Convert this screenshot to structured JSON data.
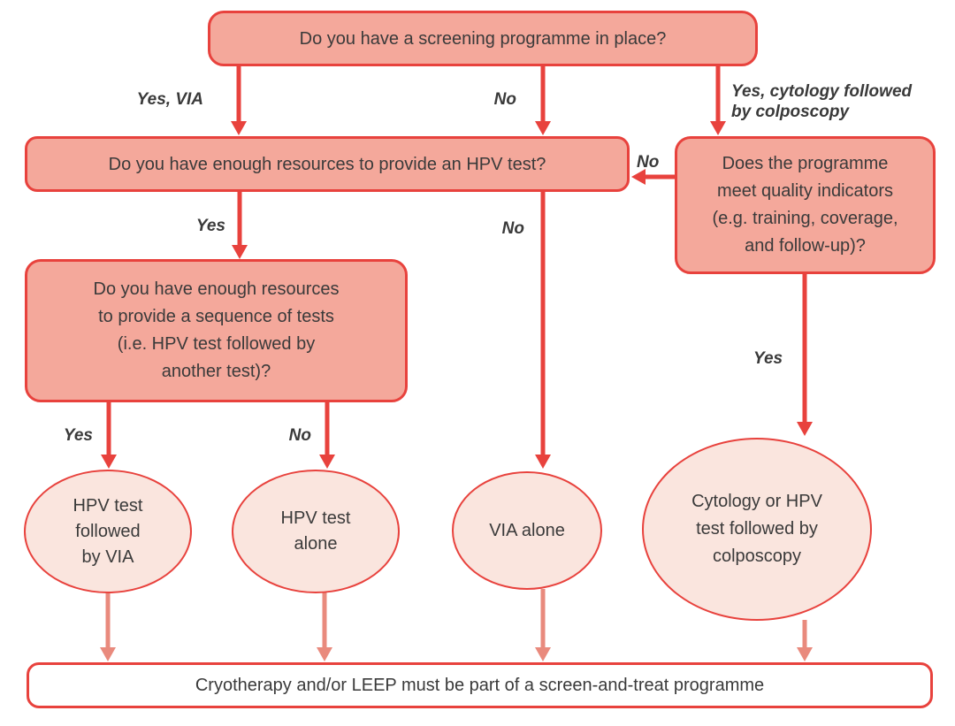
{
  "colors": {
    "strong_red": "#E8423D",
    "box_fill": "#F4A89B",
    "ellipse_fill": "#FAE5DE",
    "light_arrow": "#E98A7D",
    "text": "#3A3A3A",
    "white": "#FFFFFF"
  },
  "nodes": {
    "start": {
      "label": "Do you have a screening programme in place?"
    },
    "hpv_resources": {
      "label": "Do you have enough resources to provide an HPV test?"
    },
    "quality_indicators": {
      "label": "Does the programme\nmeet quality indicators\n(e.g. training, coverage,\nand follow-up)?"
    },
    "sequence_resources": {
      "label": "Do you have enough resources\nto provide a sequence of tests\n(i.e. HPV test followed by\nanother test)?"
    },
    "hpv_then_via": {
      "label": "HPV test\nfollowed\nby VIA"
    },
    "hpv_alone": {
      "label": "HPV test\nalone"
    },
    "via_alone": {
      "label": "VIA alone"
    },
    "cytology_colposcopy": {
      "label": "Cytology or HPV\ntest followed by\ncolposcopy"
    },
    "treatment": {
      "label": "Cryotherapy and/or LEEP must be part of a screen-and-treat programme"
    }
  },
  "edge_labels": {
    "yes_via": "Yes, VIA",
    "no_screening": "No",
    "yes_cytology": "Yes, cytology followed\nby colposcopy",
    "no_quality_to_hpv": "No",
    "yes_hpv_resources": "Yes",
    "no_hpv_resources": "No",
    "yes_sequence": "Yes",
    "no_sequence": "No",
    "yes_quality": "Yes"
  }
}
